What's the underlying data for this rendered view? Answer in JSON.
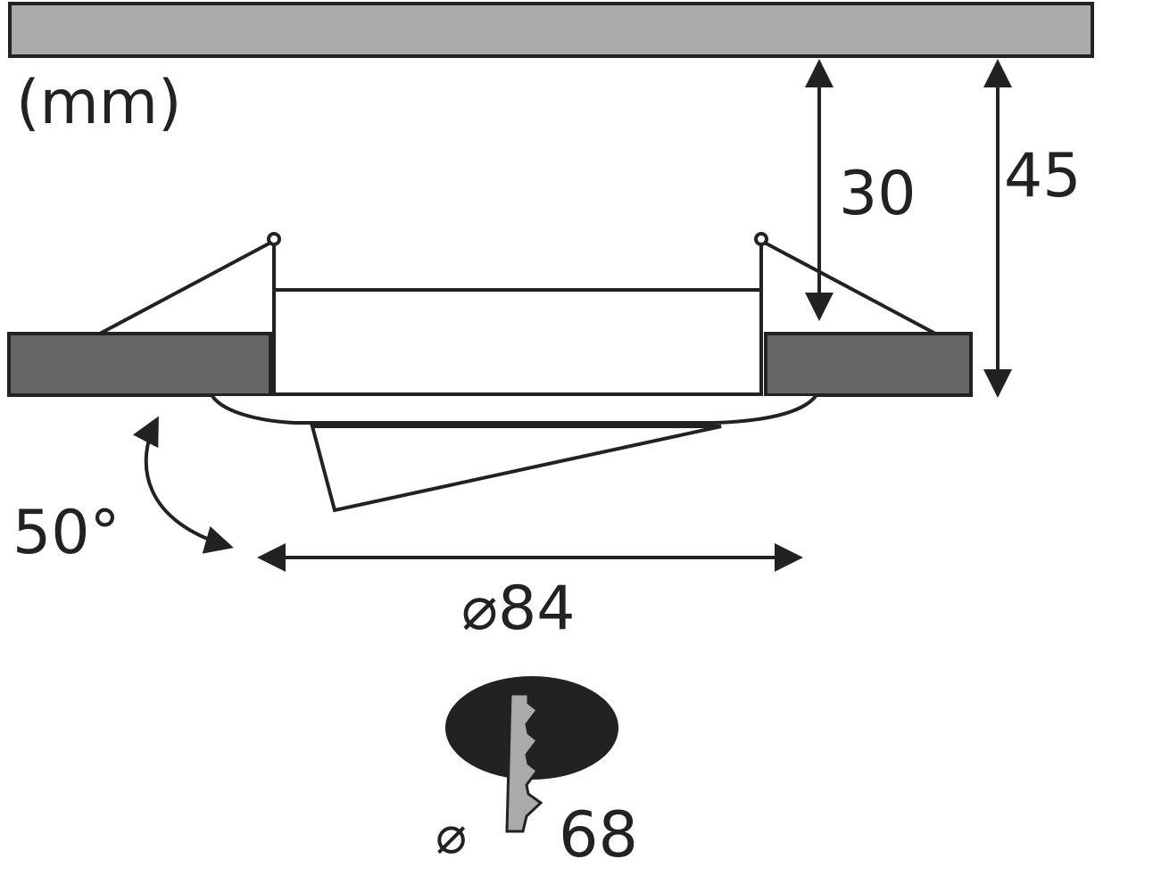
{
  "labels": {
    "unit": "(mm)",
    "inset_depth": "30",
    "total_height": "45",
    "tilt_angle": "50°",
    "outer_diameter": "⌀84",
    "cutout_prefix": "⌀",
    "cutout_value": "68"
  },
  "colors": {
    "line": "#222222",
    "ceiling_fill": "#aaaaaa",
    "flange_fill": "#666666",
    "hole_fill": "#222222",
    "drill_fill": "#aaaaaa",
    "background": "#ffffff"
  }
}
